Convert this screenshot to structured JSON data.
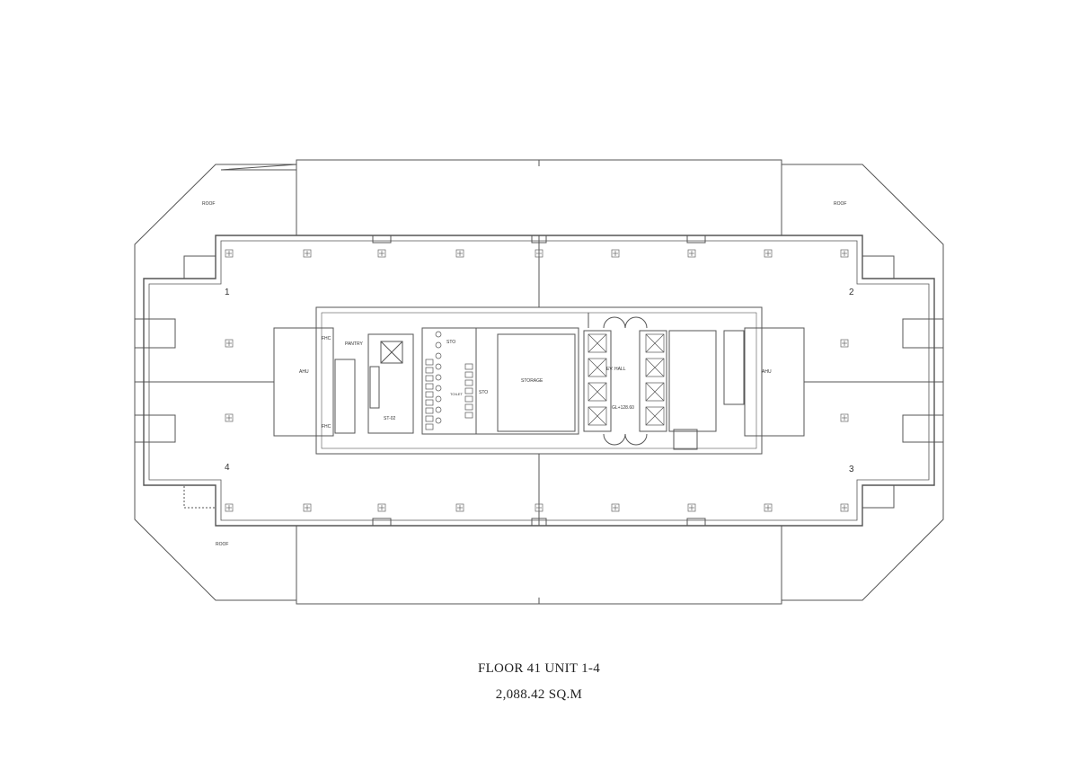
{
  "plan": {
    "roof_label": "ROOF",
    "units": [
      "1",
      "2",
      "3",
      "4"
    ],
    "ahu_label": "AHU",
    "fhc_label": "FHC",
    "pantry_label": "PANTRY",
    "storage_label": "STORAGE",
    "sto_label": "STO",
    "toilet_label": "TOILET",
    "ev_hall_label": "EV. HALL",
    "level_label": "GL+128.60",
    "stair_label": "ST-02",
    "line_color": "#555555"
  },
  "caption": {
    "title": "FLOOR 41 UNIT 1-4",
    "area": "2,088.42 SQ.M"
  }
}
